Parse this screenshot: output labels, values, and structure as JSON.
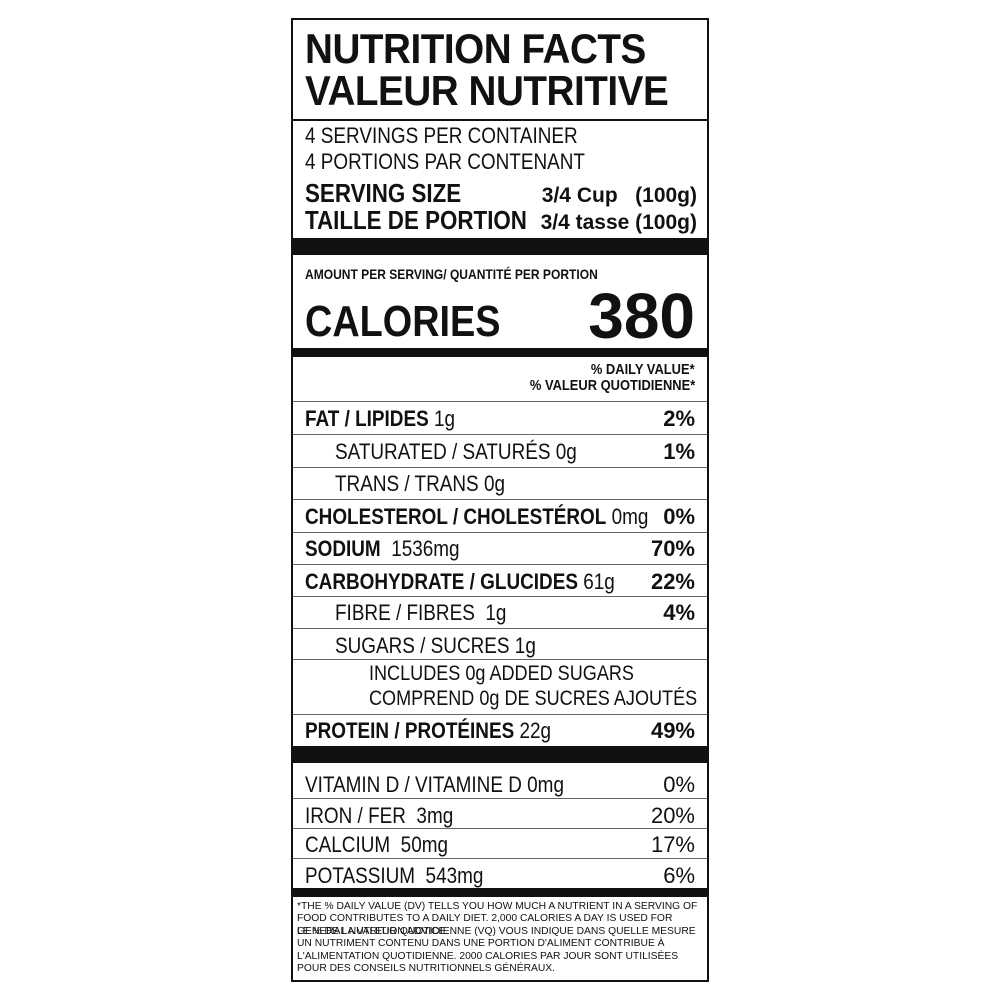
{
  "title": {
    "line1": "NUTRITION FACTS",
    "line2": "VALEUR NUTRITIVE"
  },
  "servings": {
    "en": "4 SERVINGS PER CONTAINER",
    "fr": "4 PORTIONS PAR CONTENANT"
  },
  "serving_size": {
    "label_en": "SERVING SIZE",
    "label_fr": "TAILLE DE PORTION",
    "value_en": "3/4 Cup   (100g)",
    "value_fr": "3/4 tasse (100g)"
  },
  "amount_header": "AMOUNT PER SERVING/ QUANTITÉ PER PORTION",
  "calories": {
    "label": "CALORIES",
    "value": "380"
  },
  "daily_value": {
    "en": "% DAILY VALUE*",
    "fr": "% VALEUR QUOTIDIENNE*"
  },
  "nutrients": [
    {
      "label": "FAT / LIPIDES",
      "amount": "1g",
      "dv": "2%"
    },
    {
      "label": "SATURATED / SATURÉS",
      "amount": "0g",
      "dv": "1%"
    },
    {
      "label": "TRANS / TRANS",
      "amount": "0g",
      "dv": ""
    },
    {
      "label": "CHOLESTEROL / CHOLESTÉROL",
      "amount": "0mg",
      "dv": "0%"
    },
    {
      "label": "SODIUM",
      "amount": "1536mg",
      "dv": "70%"
    },
    {
      "label": "CARBOHYDRATE / GLUCIDES",
      "amount": "61g",
      "dv": "22%"
    },
    {
      "label": "FIBRE / FIBRES",
      "amount": "1g",
      "dv": "4%"
    },
    {
      "label": "SUGARS / SUCRES",
      "amount": "1g",
      "dv": ""
    },
    {
      "label": "PROTEIN / PROTÉINES",
      "amount": "22g",
      "dv": "49%"
    }
  ],
  "added_sugars": {
    "en": "INCLUDES 0g ADDED SUGARS",
    "fr": "COMPREND 0g DE SUCRES AJOUTÉS"
  },
  "vitamins": [
    {
      "label": "VITAMIN D / VITAMINE D",
      "amount": "0mg",
      "dv": "0%"
    },
    {
      "label": "IRON / FER",
      "amount": "3mg",
      "dv": "20%"
    },
    {
      "label": "CALCIUM",
      "amount": "50mg",
      "dv": "17%"
    },
    {
      "label": "POTASSIUM",
      "amount": "543mg",
      "dv": "6%"
    }
  ],
  "footnote": {
    "en": "*THE % DAILY VALUE (DV) TELLS YOU HOW MUCH A NUTRIENT IN A SERVING OF FOOD CONTRIBUTES TO A DAILY DIET. 2,000 CALORIES A DAY IS USED FOR GENERAL NUTRITION ADVICE.",
    "fr": "LE % DE LA VALEUR QUOTIDIENNE (VQ) VOUS INDIQUE DANS QUELLE MESURE UN NUTRIMENT CONTENU DANS UNE PORTION D'ALIMENT CONTRIBUE À L'ALIMENTATION QUOTIDIENNE. 2000 CALORIES PAR JOUR SONT UTILISÉES POUR DES CONSEILS NUTRITIONNELS GÉNÉRAUX."
  }
}
